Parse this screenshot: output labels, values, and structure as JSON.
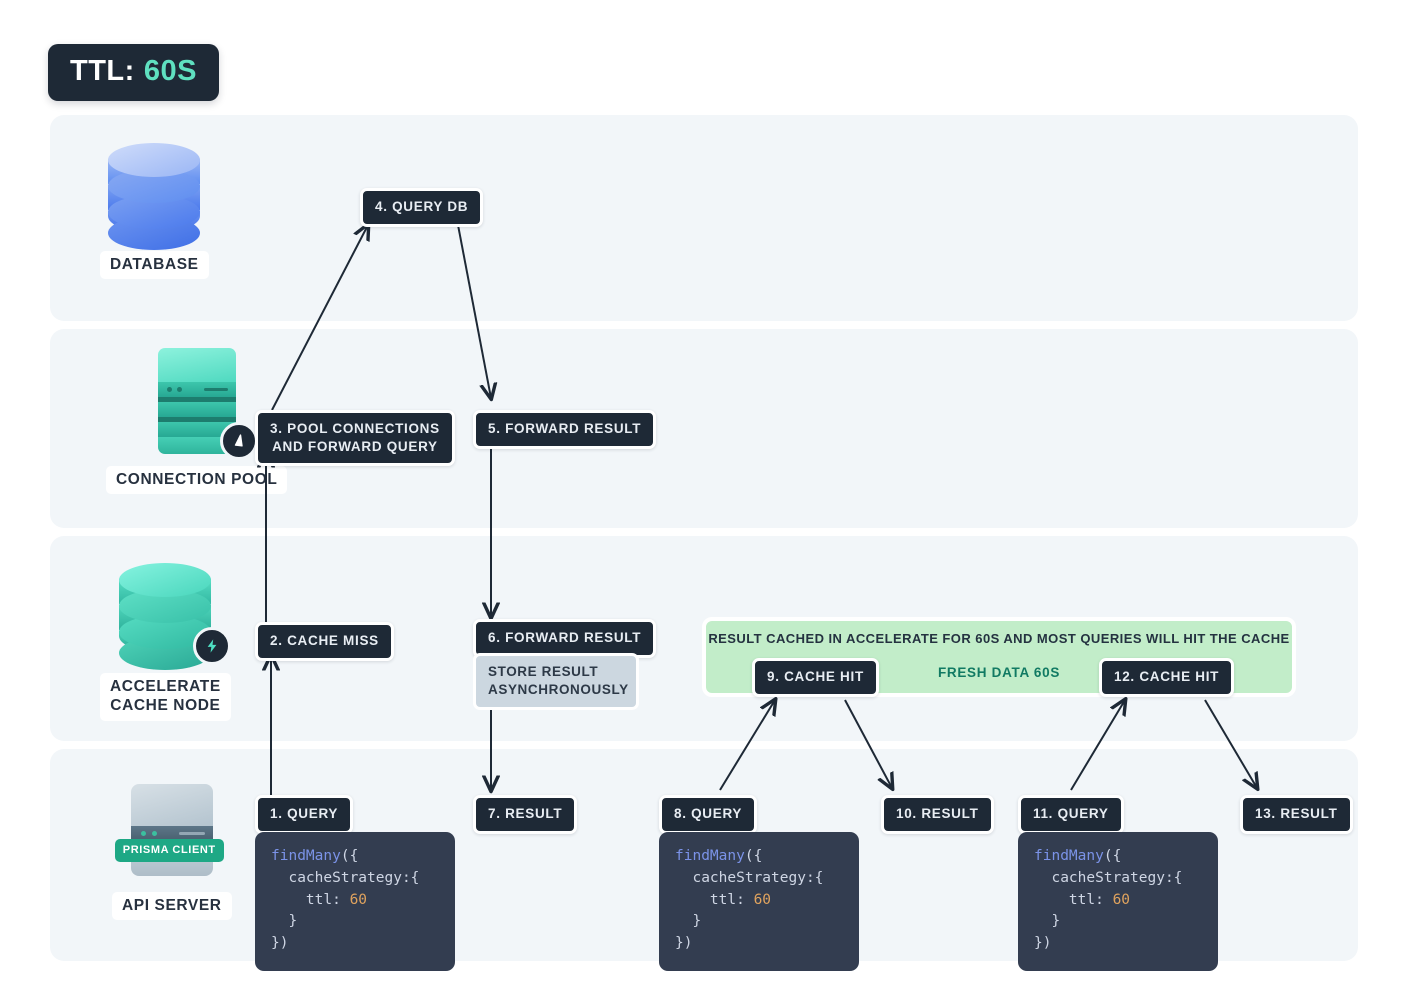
{
  "ttl_badge": {
    "label": "TTL:",
    "value": "60S"
  },
  "lanes": [
    {
      "id": "database",
      "caption": "DATABASE",
      "icon": "database-cylinder-blue"
    },
    {
      "id": "pool",
      "caption": "CONNECTION POOL",
      "icon": "server-stack-teal",
      "chip": "prisma-logo"
    },
    {
      "id": "accelerate",
      "caption": "ACCELERATE\nCACHE NODE",
      "icon": "database-cylinder-teal",
      "chip": "lightning-bolt"
    },
    {
      "id": "api",
      "caption": "API SERVER",
      "icon": "server-gray",
      "chip_label": "PRISMA CLIENT"
    }
  ],
  "steps": [
    {
      "id": "step-1",
      "label": "1. QUERY"
    },
    {
      "id": "step-2",
      "label": "2. CACHE MISS"
    },
    {
      "id": "step-3",
      "label": "3. POOL CONNECTIONS\nAND FORWARD QUERY"
    },
    {
      "id": "step-4",
      "label": "4. QUERY DB"
    },
    {
      "id": "step-5",
      "label": "5. FORWARD RESULT"
    },
    {
      "id": "step-6",
      "label": "6. FORWARD RESULT"
    },
    {
      "id": "step-7",
      "label": "7. RESULT"
    },
    {
      "id": "step-8",
      "label": "8. QUERY"
    },
    {
      "id": "step-9",
      "label": "9. CACHE HIT"
    },
    {
      "id": "step-10",
      "label": "10. RESULT"
    },
    {
      "id": "step-11",
      "label": "11. QUERY"
    },
    {
      "id": "step-12",
      "label": "12. CACHE HIT"
    },
    {
      "id": "step-13",
      "label": "13. RESULT"
    }
  ],
  "note_store_async": "STORE RESULT\nASYNCHRONOUSLY",
  "cache_panel": {
    "title": "RESULT CACHED IN ACCELERATE FOR 60S AND MOST QUERIES WILL HIT THE CACHE",
    "fresh_data": "FRESH DATA  60S"
  },
  "code_snippet": {
    "line1_fn": "findMany",
    "line1_rest": "({",
    "line2": "  cacheStrategy:{",
    "line3_key": "    ttl: ",
    "line3_val": "60",
    "line4": "  }",
    "line5": "})"
  },
  "colors": {
    "dark_badge": "#1e2936",
    "accent_teal": "#5fe0c0",
    "panel_green": "#c2edc9",
    "lane_bg": "#f2f6f9",
    "gray_note": "#ccd7e0",
    "code_bg": "#333d50",
    "code_number": "#e0a35e",
    "code_fn": "#7b93e8",
    "fresh_text": "#117a63"
  }
}
